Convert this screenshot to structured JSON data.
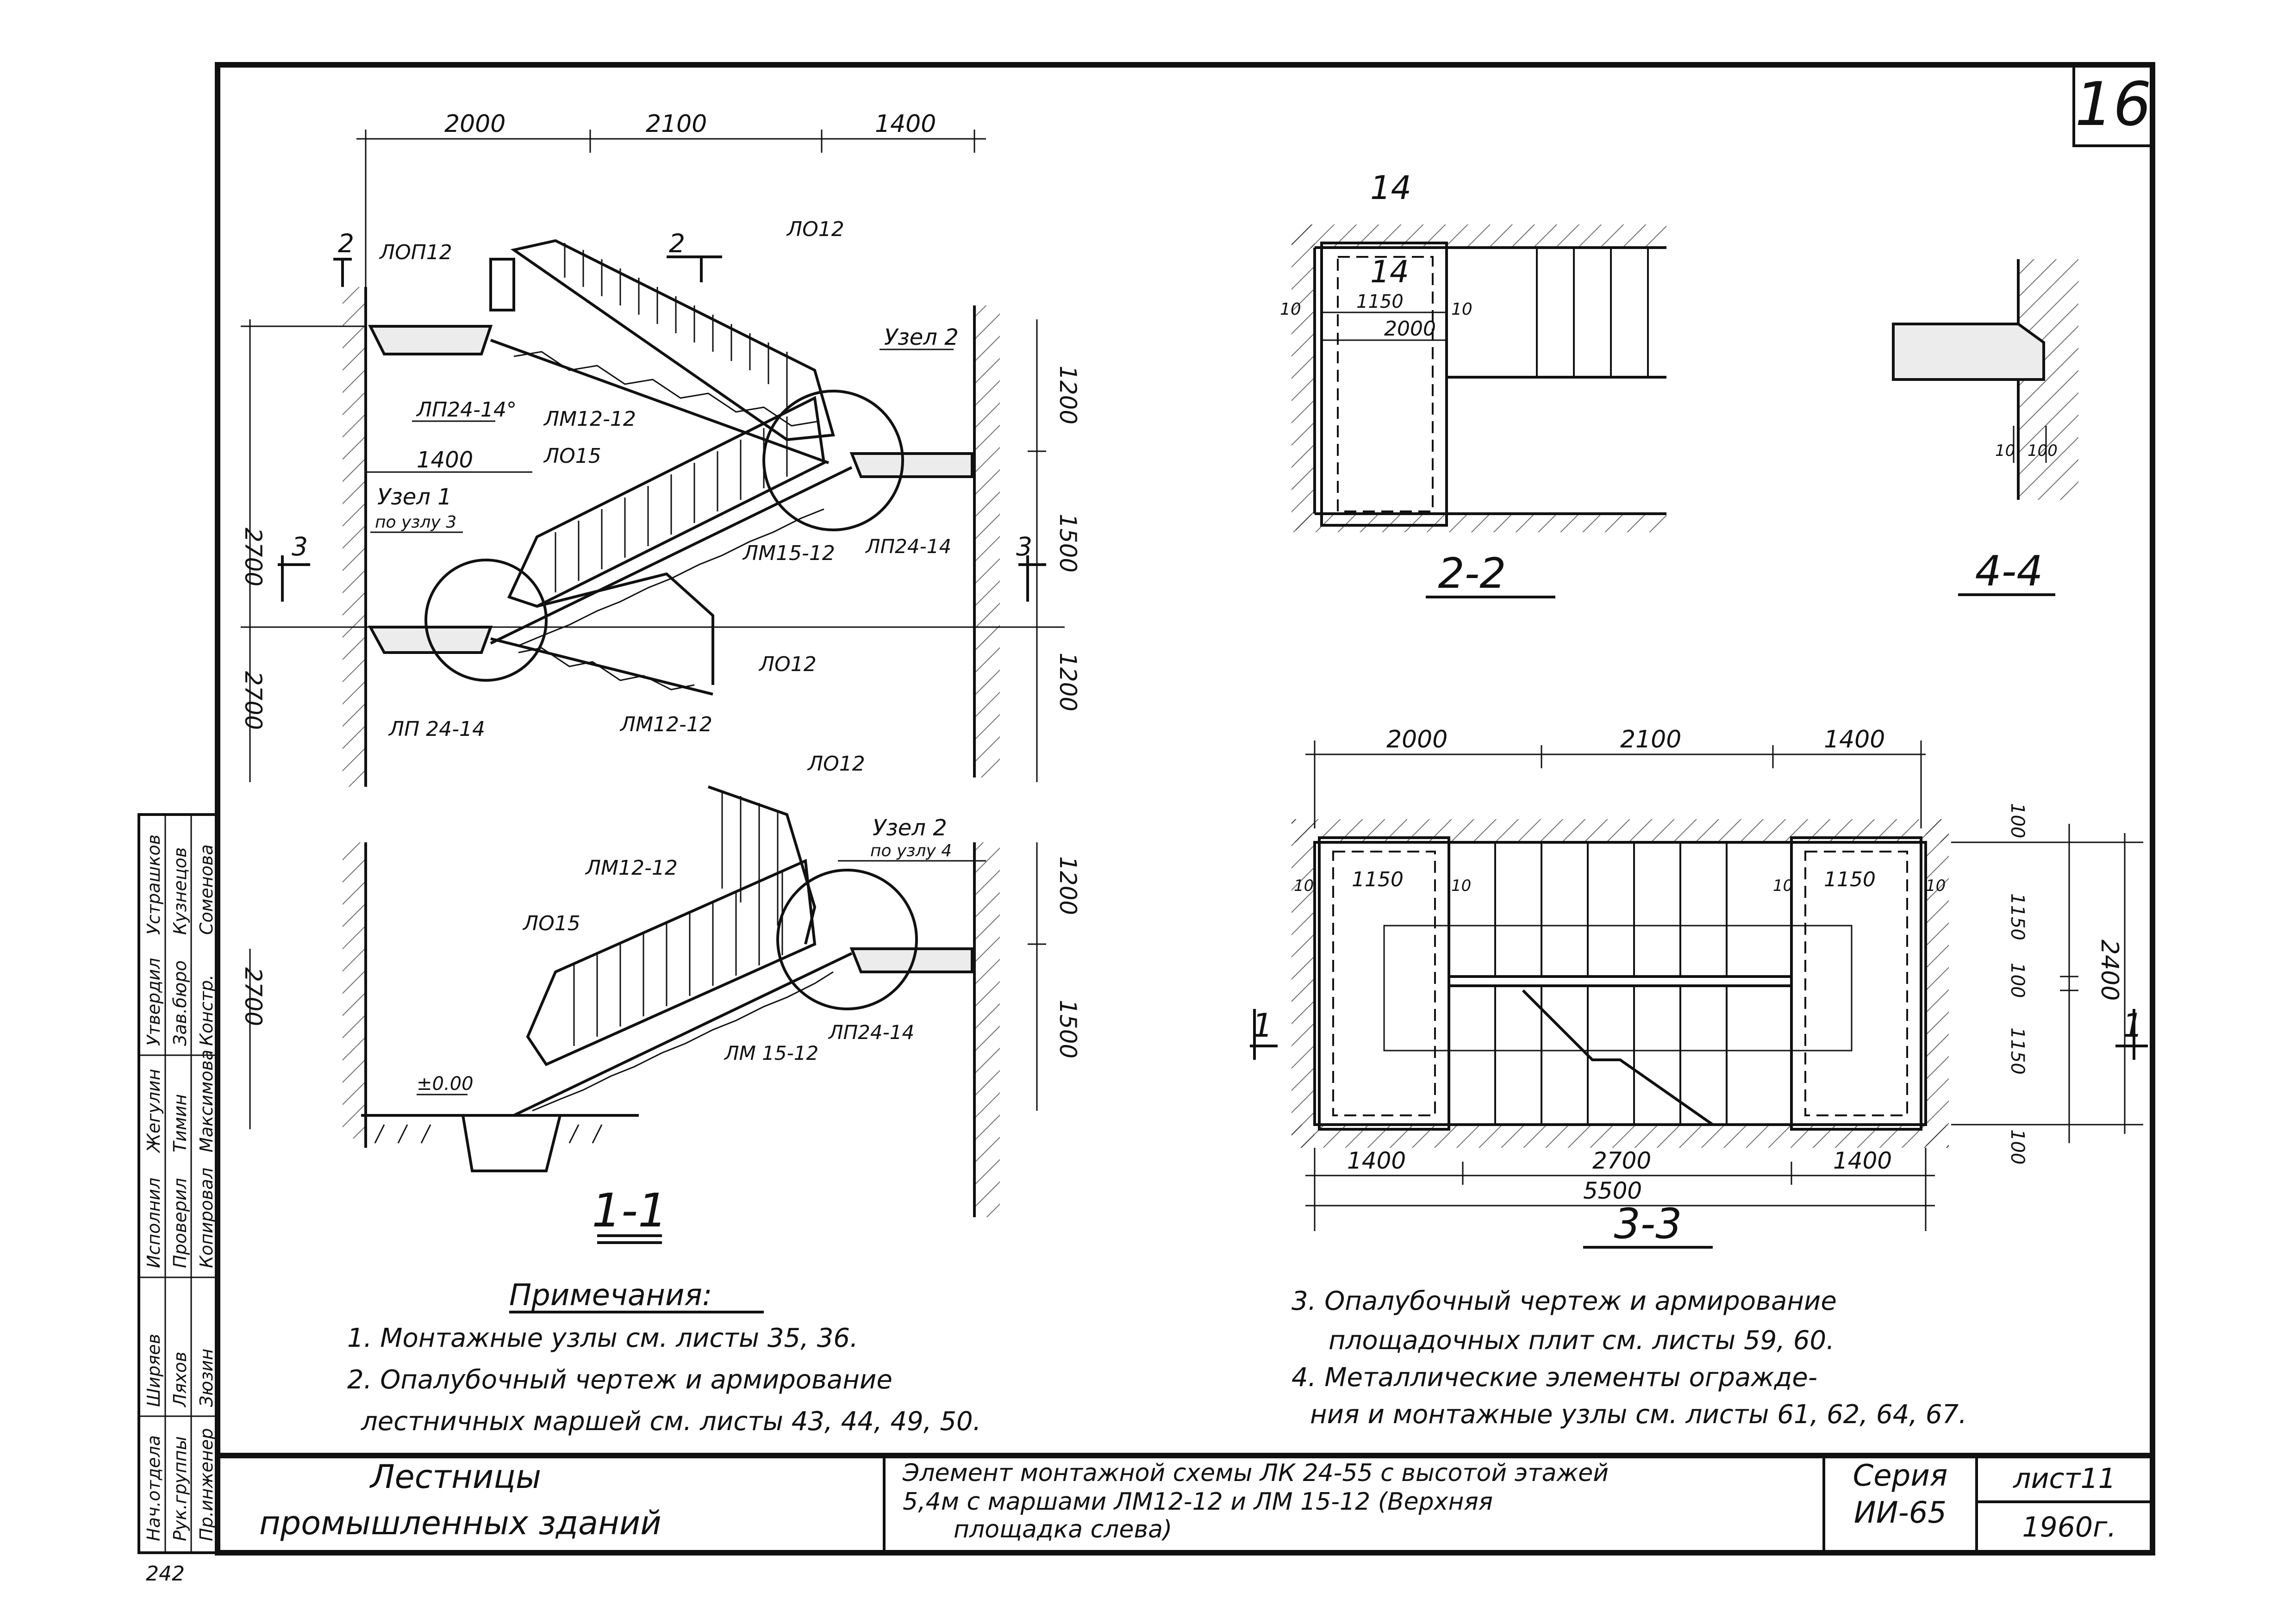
{
  "sheet": {
    "sheet_number": "16",
    "scan_mark": "242",
    "title_block": {
      "left_title_line1": "Лестницы",
      "left_title_line2": "промышленных зданий",
      "description_line1": "Элемент монтажной схемы ЛК 24-55 с высотой этажей",
      "description_line2": "5,4м с маршами ЛМ12-12 и ЛМ 15-12 (Верхняя",
      "description_line3": "площадка слева)",
      "series_label": "Серия",
      "series_value": "ИИ-65",
      "list_label": "лист11",
      "year": "1960г."
    },
    "signatures": [
      {
        "role": "Нач.отдела",
        "name": "Ширяев"
      },
      {
        "role": "Рук.группы",
        "name": "Ляхов"
      },
      {
        "role": "Пр.инженер",
        "name": "Зюзин"
      },
      {
        "role": "Исполнил",
        "name": "Жегулин"
      },
      {
        "role": "Проверил",
        "name": "Тимин"
      },
      {
        "role": "Копировал",
        "name": "Максимова"
      },
      {
        "role": "Утвердил",
        "name": "Устрашков"
      },
      {
        "role": "Зав.бюро",
        "name": "Кузнецов"
      },
      {
        "role": "Констр.",
        "name": "Соменова"
      }
    ]
  },
  "section_1_1": {
    "title": "1-1",
    "dims_top": [
      "2000",
      "2100",
      "1400"
    ],
    "dims_right_upper": [
      "1200",
      "1500",
      "1200"
    ],
    "dims_right_lower": [
      "1200",
      "1500"
    ],
    "dims_left_upper": [
      "2700",
      "2700"
    ],
    "dims_left_lower": "2700",
    "dim_landing": "1400",
    "cut_marks": [
      "2",
      "2",
      "3",
      "3"
    ],
    "labels": {
      "lop12": "ЛОП12",
      "lo12_a": "ЛО12",
      "uzel2_top": "Узел 2",
      "lp24_14_top": "ЛП24-14°",
      "lm12_12_top": "ЛМ12-12",
      "lo15_top": "ЛО15",
      "uzel1": "Узел 1",
      "po_uzlu3": "по узлу 3",
      "lm15_12_top": "ЛМ15-12",
      "lp24_14_right": "ЛП24-14",
      "lo12_mid": "ЛО12",
      "lp24_14_left": "ЛП 24-14",
      "lm12_12_mid": "ЛМ12-12",
      "lo12_low": "ЛО12",
      "uzel2_low": "Узел 2",
      "po_uzlu4": "по узлу 4",
      "lm12_12_low": "ЛМ12-12",
      "lo15_low": "ЛО15",
      "lp24_14_low": "ЛП24-14",
      "lm15_12_low": "ЛМ 15-12",
      "zero_mark": "±0.00"
    }
  },
  "section_2_2": {
    "title": "2-2",
    "top_label": "14",
    "inner_label": "14",
    "dim_1150": "1150",
    "dim_2000": "2000",
    "dim_10_a": "10",
    "dim_10_b": "10"
  },
  "section_4_4": {
    "title": "4-4",
    "dim_10": "10",
    "dim_100": "100"
  },
  "section_3_3": {
    "title": "3-3",
    "dims_top": [
      "2000",
      "2100",
      "1400"
    ],
    "dims_bottom": [
      "1400",
      "2700",
      "1400"
    ],
    "dim_total": "5500",
    "dims_right": [
      "100",
      "1150",
      "100",
      "1150",
      "100"
    ],
    "dim_right_total": "2400",
    "landing_left": "1150",
    "landing_right": "1150",
    "gap_marks": [
      "10",
      "10",
      "10",
      "10"
    ],
    "cut_marks": [
      "1",
      "1"
    ]
  },
  "notes": {
    "heading": "Примечания:",
    "items": [
      "1. Монтажные узлы см. листы 35, 36.",
      "2. Опалубочный чертеж и армирование",
      "лестничных маршей см. листы 43, 44, 49, 50.",
      "3. Опалубочный чертеж и армирование",
      "площадочных плит см. листы 59, 60.",
      "4. Металлические элементы огражде-",
      "ния и монтажные узлы см. листы 61, 62, 64, 67."
    ]
  }
}
